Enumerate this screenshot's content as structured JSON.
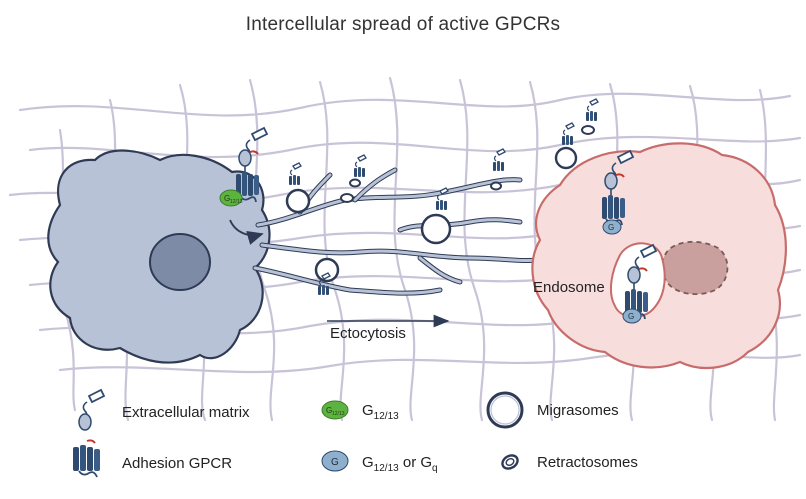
{
  "title": "Intercellular spread of active GPCRs",
  "labels": {
    "ectocytosis": "Ectocytosis",
    "endosome": "Endosome",
    "g_protein_small": "G",
    "g1213_badge_main": "G",
    "g1213_badge_sub": "12/13"
  },
  "legend": {
    "extracellular_matrix": "Extracellular matrix",
    "adhesion_gpcr": "Adhesion GPCR",
    "g1213_main": "G",
    "g1213_sub": "12/13",
    "g1213_or_gq_main": "G",
    "g1213_or_gq_sub": "12/13",
    "g1213_or_gq_or": " or G",
    "g1213_or_gq_q": "q",
    "g_icon_letter": "G",
    "g1213_icon_main": "G",
    "g1213_icon_sub": "12/13",
    "migrasomes": "Migrasomes",
    "retractosomes": "Retractosomes"
  },
  "colors": {
    "ecm_mesh": "#c9c3d8",
    "donor_cell_fill": "#b7c2d6",
    "donor_cell_stroke": "#2f3b55",
    "nucleus_fill": "#7d8ba6",
    "receptor_dark": "#2e4a6e",
    "recipient_cell_fill": "#f7dedd",
    "recipient_cell_stroke": "#c86b6b",
    "recipient_nucleus": "#c9a09e",
    "g1213_green": "#5db33f",
    "g_blue": "#8fb0cc"
  }
}
